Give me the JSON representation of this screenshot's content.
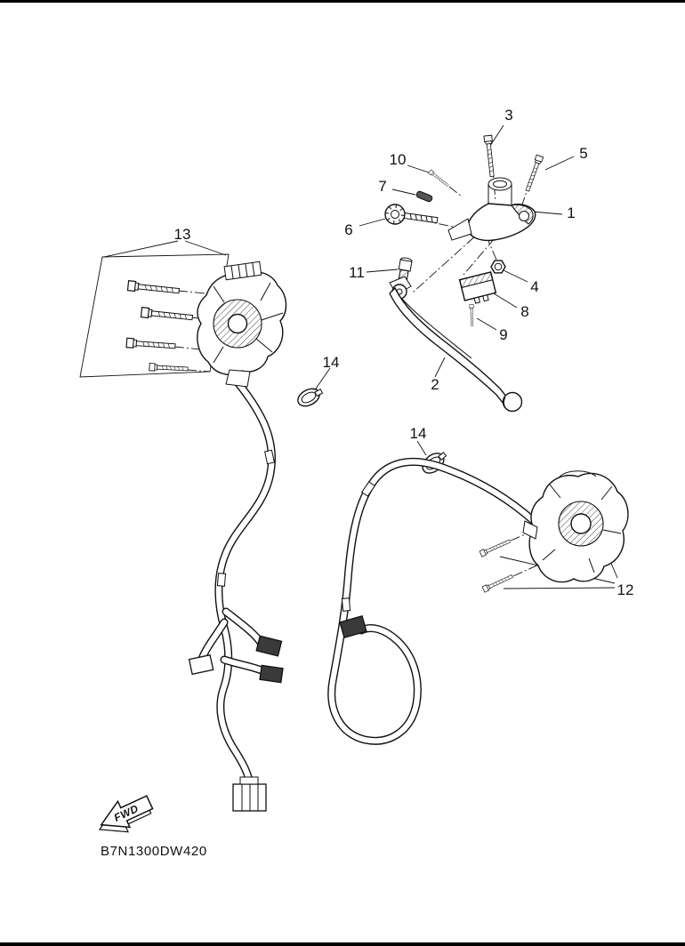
{
  "diagram": {
    "code": "B7N1300DW420",
    "fwd_label": "FWD",
    "callouts": {
      "c1": "1",
      "c2": "2",
      "c3": "3",
      "c4": "4",
      "c5": "5",
      "c6": "6",
      "c7": "7",
      "c8": "8",
      "c9": "9",
      "c10": "10",
      "c11": "11",
      "c12": "12",
      "c13": "13",
      "c14a": "14",
      "c14b": "14"
    }
  }
}
